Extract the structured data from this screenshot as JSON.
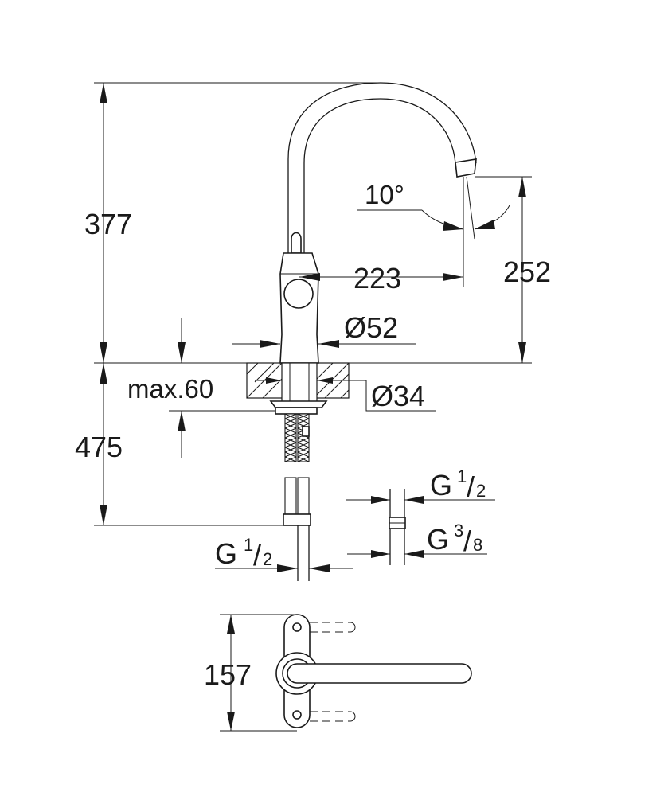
{
  "dimensions": {
    "total_height": "377",
    "spout_height": "252",
    "spout_reach": "223",
    "swivel_angle": "10°",
    "base_diameter": "Ø52",
    "hole_diameter": "Ø34",
    "max_thickness": "max.60",
    "hose_length": "475",
    "footprint": "157"
  },
  "connections": {
    "supply_thread": {
      "letter": "G",
      "num": "1",
      "den": "2"
    },
    "adapter_top": {
      "letter": "G",
      "num": "1",
      "den": "2"
    },
    "adapter_bottom": {
      "letter": "G",
      "num": "3",
      "den": "8"
    }
  }
}
